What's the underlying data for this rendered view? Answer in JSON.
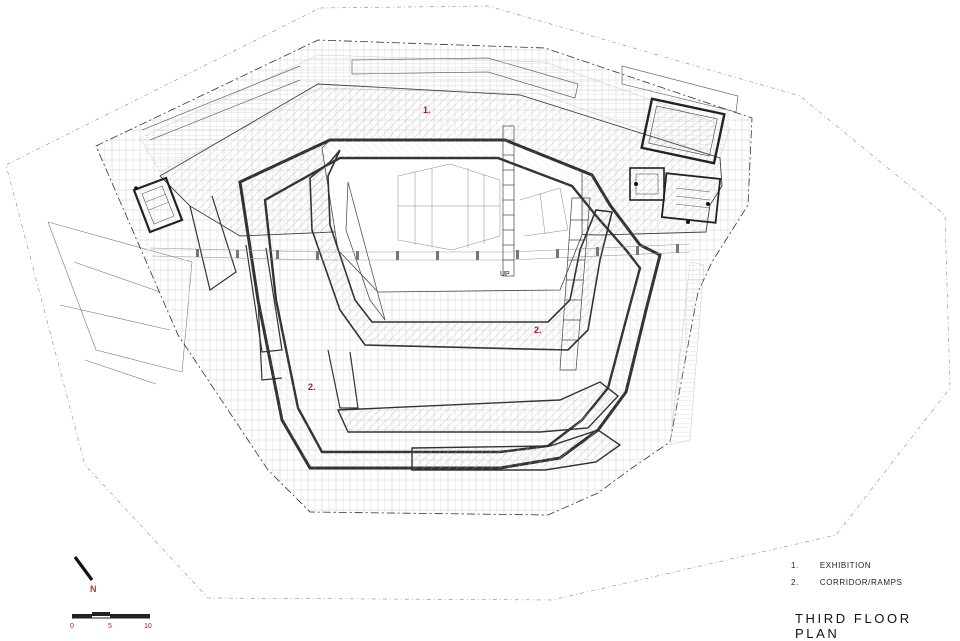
{
  "plan_title": "THIRD FLOOR PLAN",
  "legend": [
    {
      "num": "1.",
      "label": "EXHIBITION"
    },
    {
      "num": "2.",
      "label": "CORRIDOR/RAMPS"
    }
  ],
  "room_labels": {
    "exhibition": "1.",
    "corridor_inner": "2.",
    "corridor_outer": "2.",
    "stair_up": "UP"
  },
  "north_arrow": {
    "label": "N"
  },
  "scale_bar": {
    "ticks": [
      "0",
      "5",
      "10"
    ]
  },
  "colors": {
    "line": "#333333",
    "hatch": "#9a9a9a",
    "label_red": "#b01818",
    "north_red": "#c0392b"
  }
}
